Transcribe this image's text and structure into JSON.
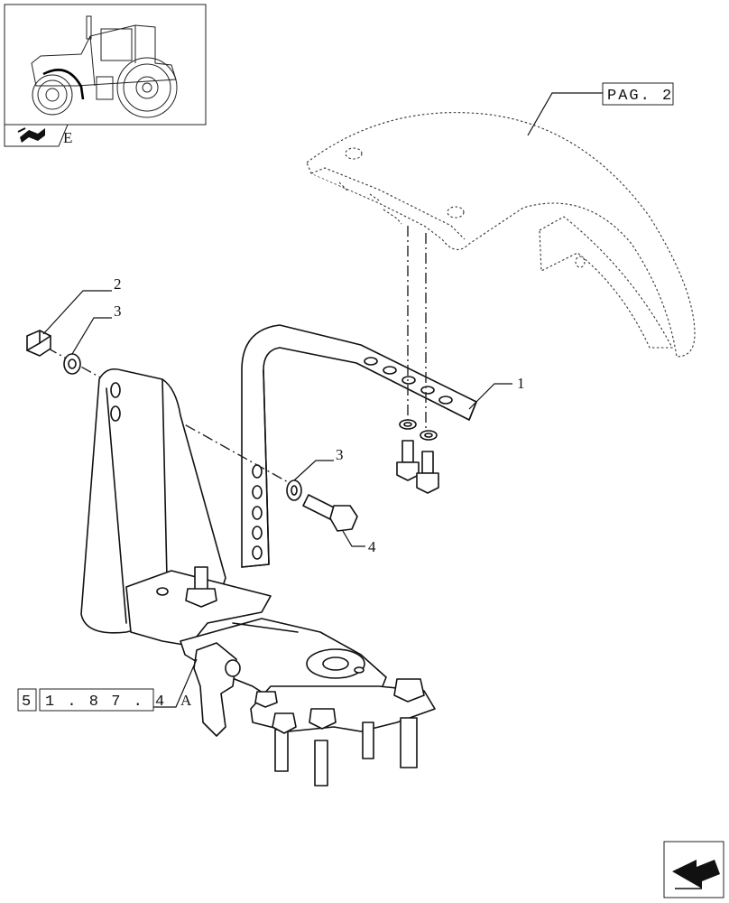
{
  "page_ref": {
    "label": "PAG. 2"
  },
  "thumbnail": {
    "corner_letter": "E",
    "nav_icon": "book-arrow-icon"
  },
  "callouts": [
    {
      "id": "1",
      "text": "1"
    },
    {
      "id": "2",
      "text": "2"
    },
    {
      "id": "3a",
      "text": "3"
    },
    {
      "id": "3b",
      "text": "3"
    },
    {
      "id": "4",
      "text": "4"
    }
  ],
  "section_ref": {
    "prefix": "5",
    "code": "1 . 8 7 . 4",
    "suffix": "A"
  },
  "footer": {
    "nav_icon": "next-page-arrow-icon"
  }
}
